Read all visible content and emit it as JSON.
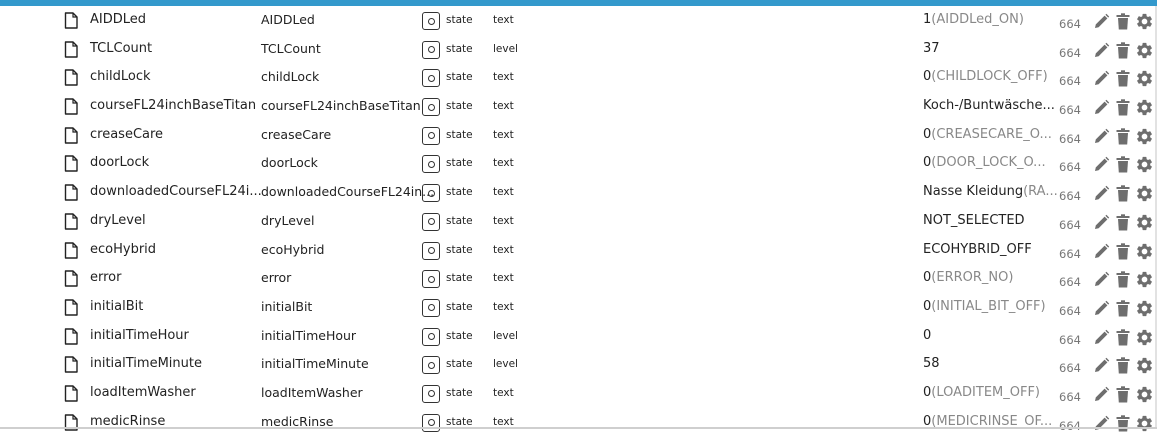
{
  "colors": {
    "accent": "#3399cc",
    "text": "#222222",
    "muted": "#888888",
    "icon": "#6e6e6e"
  },
  "icons": {
    "object": "file-icon",
    "type": "state-circle-icon",
    "edit": "pencil-icon",
    "delete": "trash-icon",
    "settings": "gear-icon"
  },
  "objects": [
    {
      "name": "AIDDLed",
      "id": "AIDDLed",
      "role": "state",
      "type": "text",
      "value": "1",
      "value_sub": "(AIDDLed_ON)",
      "perm": "664"
    },
    {
      "name": "TCLCount",
      "id": "TCLCount",
      "role": "state",
      "type": "level",
      "value": "37",
      "value_sub": "",
      "perm": "664"
    },
    {
      "name": "childLock",
      "id": "childLock",
      "role": "state",
      "type": "text",
      "value": "0",
      "value_sub": "(CHILDLOCK_OFF)",
      "perm": "664"
    },
    {
      "name": "courseFL24inchBaseTitan",
      "id": "courseFL24inchBaseTitan",
      "role": "state",
      "type": "text",
      "value": "Koch-/Buntwäsche...",
      "value_sub": "",
      "perm": "664"
    },
    {
      "name": "creaseCare",
      "id": "creaseCare",
      "role": "state",
      "type": "text",
      "value": "0",
      "value_sub": "(CREASECARE_O...",
      "perm": "664"
    },
    {
      "name": "doorLock",
      "id": "doorLock",
      "role": "state",
      "type": "text",
      "value": "0",
      "value_sub": "(DOOR_LOCK_O...",
      "perm": "664"
    },
    {
      "name": "downloadedCourseFL24i...",
      "id": "downloadedCourseFL24in...",
      "role": "state",
      "type": "text",
      "value": "Nasse Kleidung",
      "value_sub": "(RA...",
      "perm": "664"
    },
    {
      "name": "dryLevel",
      "id": "dryLevel",
      "role": "state",
      "type": "text",
      "value": "NOT_SELECTED",
      "value_sub": "",
      "perm": "664"
    },
    {
      "name": "ecoHybrid",
      "id": "ecoHybrid",
      "role": "state",
      "type": "text",
      "value": "ECOHYBRID_OFF",
      "value_sub": "",
      "perm": "664"
    },
    {
      "name": "error",
      "id": "error",
      "role": "state",
      "type": "text",
      "value": "0",
      "value_sub": "(ERROR_NO)",
      "perm": "664"
    },
    {
      "name": "initialBit",
      "id": "initialBit",
      "role": "state",
      "type": "text",
      "value": "0",
      "value_sub": "(INITIAL_BIT_OFF)",
      "perm": "664"
    },
    {
      "name": "initialTimeHour",
      "id": "initialTimeHour",
      "role": "state",
      "type": "level",
      "value": "0",
      "value_sub": "",
      "perm": "664"
    },
    {
      "name": "initialTimeMinute",
      "id": "initialTimeMinute",
      "role": "state",
      "type": "level",
      "value": "58",
      "value_sub": "",
      "perm": "664"
    },
    {
      "name": "loadItemWasher",
      "id": "loadItemWasher",
      "role": "state",
      "type": "text",
      "value": "0",
      "value_sub": "(LOADITEM_OFF)",
      "perm": "664"
    },
    {
      "name": "medicRinse",
      "id": "medicRinse",
      "role": "state",
      "type": "text",
      "value": "0",
      "value_sub": "(MEDICRINSE_OF...",
      "perm": "664"
    }
  ]
}
